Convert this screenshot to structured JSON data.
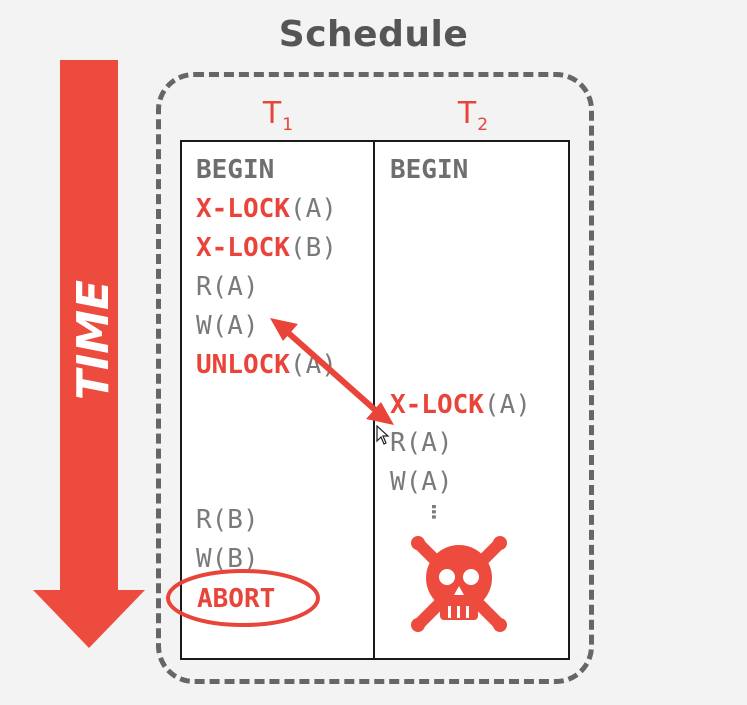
{
  "title": "Schedule",
  "time_label": "TIME",
  "colors": {
    "accent": "#e8443a",
    "text_gray": "#7a7a7a",
    "box_border": "#666666"
  },
  "transactions": [
    {
      "name": "T",
      "subscript": "1"
    },
    {
      "name": "T",
      "subscript": "2"
    }
  ],
  "t1_ops": {
    "begin": "BEGIN",
    "xlock_a": {
      "keyword": "X-LOCK",
      "arg": "(A)"
    },
    "xlock_b": {
      "keyword": "X-LOCK",
      "arg": "(B)"
    },
    "read_a": "R(A)",
    "write_a": "W(A)",
    "unlock_a": {
      "keyword": "UNLOCK",
      "arg": "(A)"
    },
    "read_b": "R(B)",
    "write_b": "W(B)",
    "abort": "ABORT"
  },
  "t2_ops": {
    "begin": "BEGIN",
    "xlock_a": {
      "keyword": "X-LOCK",
      "arg": "(A)"
    },
    "read_a": "R(A)",
    "write_a": "W(A)",
    "ellipsis": "…"
  },
  "icons": [
    "time-arrow-icon",
    "double-arrow-icon",
    "skull-crossbones-icon",
    "mouse-cursor-icon"
  ]
}
